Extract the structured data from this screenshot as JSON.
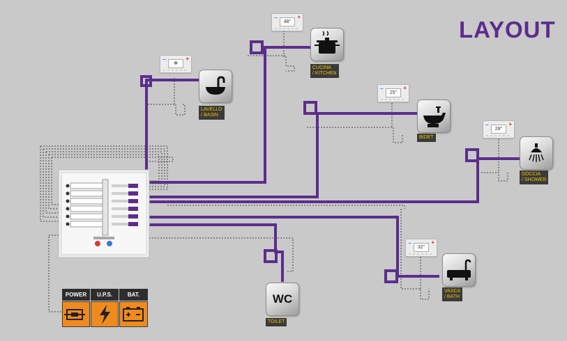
{
  "title": "LAYOUT",
  "fixtures": [
    {
      "name": "basin",
      "label": "LAVELLO\n/ BASIN",
      "icon": "basin-icon"
    },
    {
      "name": "kitchen",
      "label": "CUCINA\n/ KITCHEN",
      "icon": "pot-icon"
    },
    {
      "name": "bidet",
      "label": "BIDET",
      "icon": "bidet-icon"
    },
    {
      "name": "shower",
      "label": "DOCCIA\n/ SHOWER",
      "icon": "shower-icon"
    },
    {
      "name": "bath",
      "label": "VASCA\n/ BATH",
      "icon": "bathtub-icon"
    },
    {
      "name": "toilet",
      "label": "TOILET",
      "icon": "wc-icon",
      "icon_text": "WC"
    }
  ],
  "thermostats": [
    {
      "name": "basin",
      "display": "✻"
    },
    {
      "name": "kitchen",
      "display": "48°"
    },
    {
      "name": "bidet",
      "display": "25°"
    },
    {
      "name": "shower",
      "display": "28°"
    },
    {
      "name": "bath",
      "display": "32°"
    }
  ],
  "thermostat_buttons": {
    "minus": "−",
    "plus": "+"
  },
  "ups": {
    "headers": [
      "POWER",
      "U.P.S.",
      "BAT."
    ],
    "icons": [
      "plug-icon",
      "lightning-icon",
      "battery-icon"
    ]
  },
  "colors": {
    "background": "#c9c9c9",
    "pipe": "#5b2d8c",
    "title": "#5b2d8c",
    "label_text": "#f2c300",
    "label_bg": "#3a3a3a",
    "ups_orange": "#ef8a1e"
  }
}
